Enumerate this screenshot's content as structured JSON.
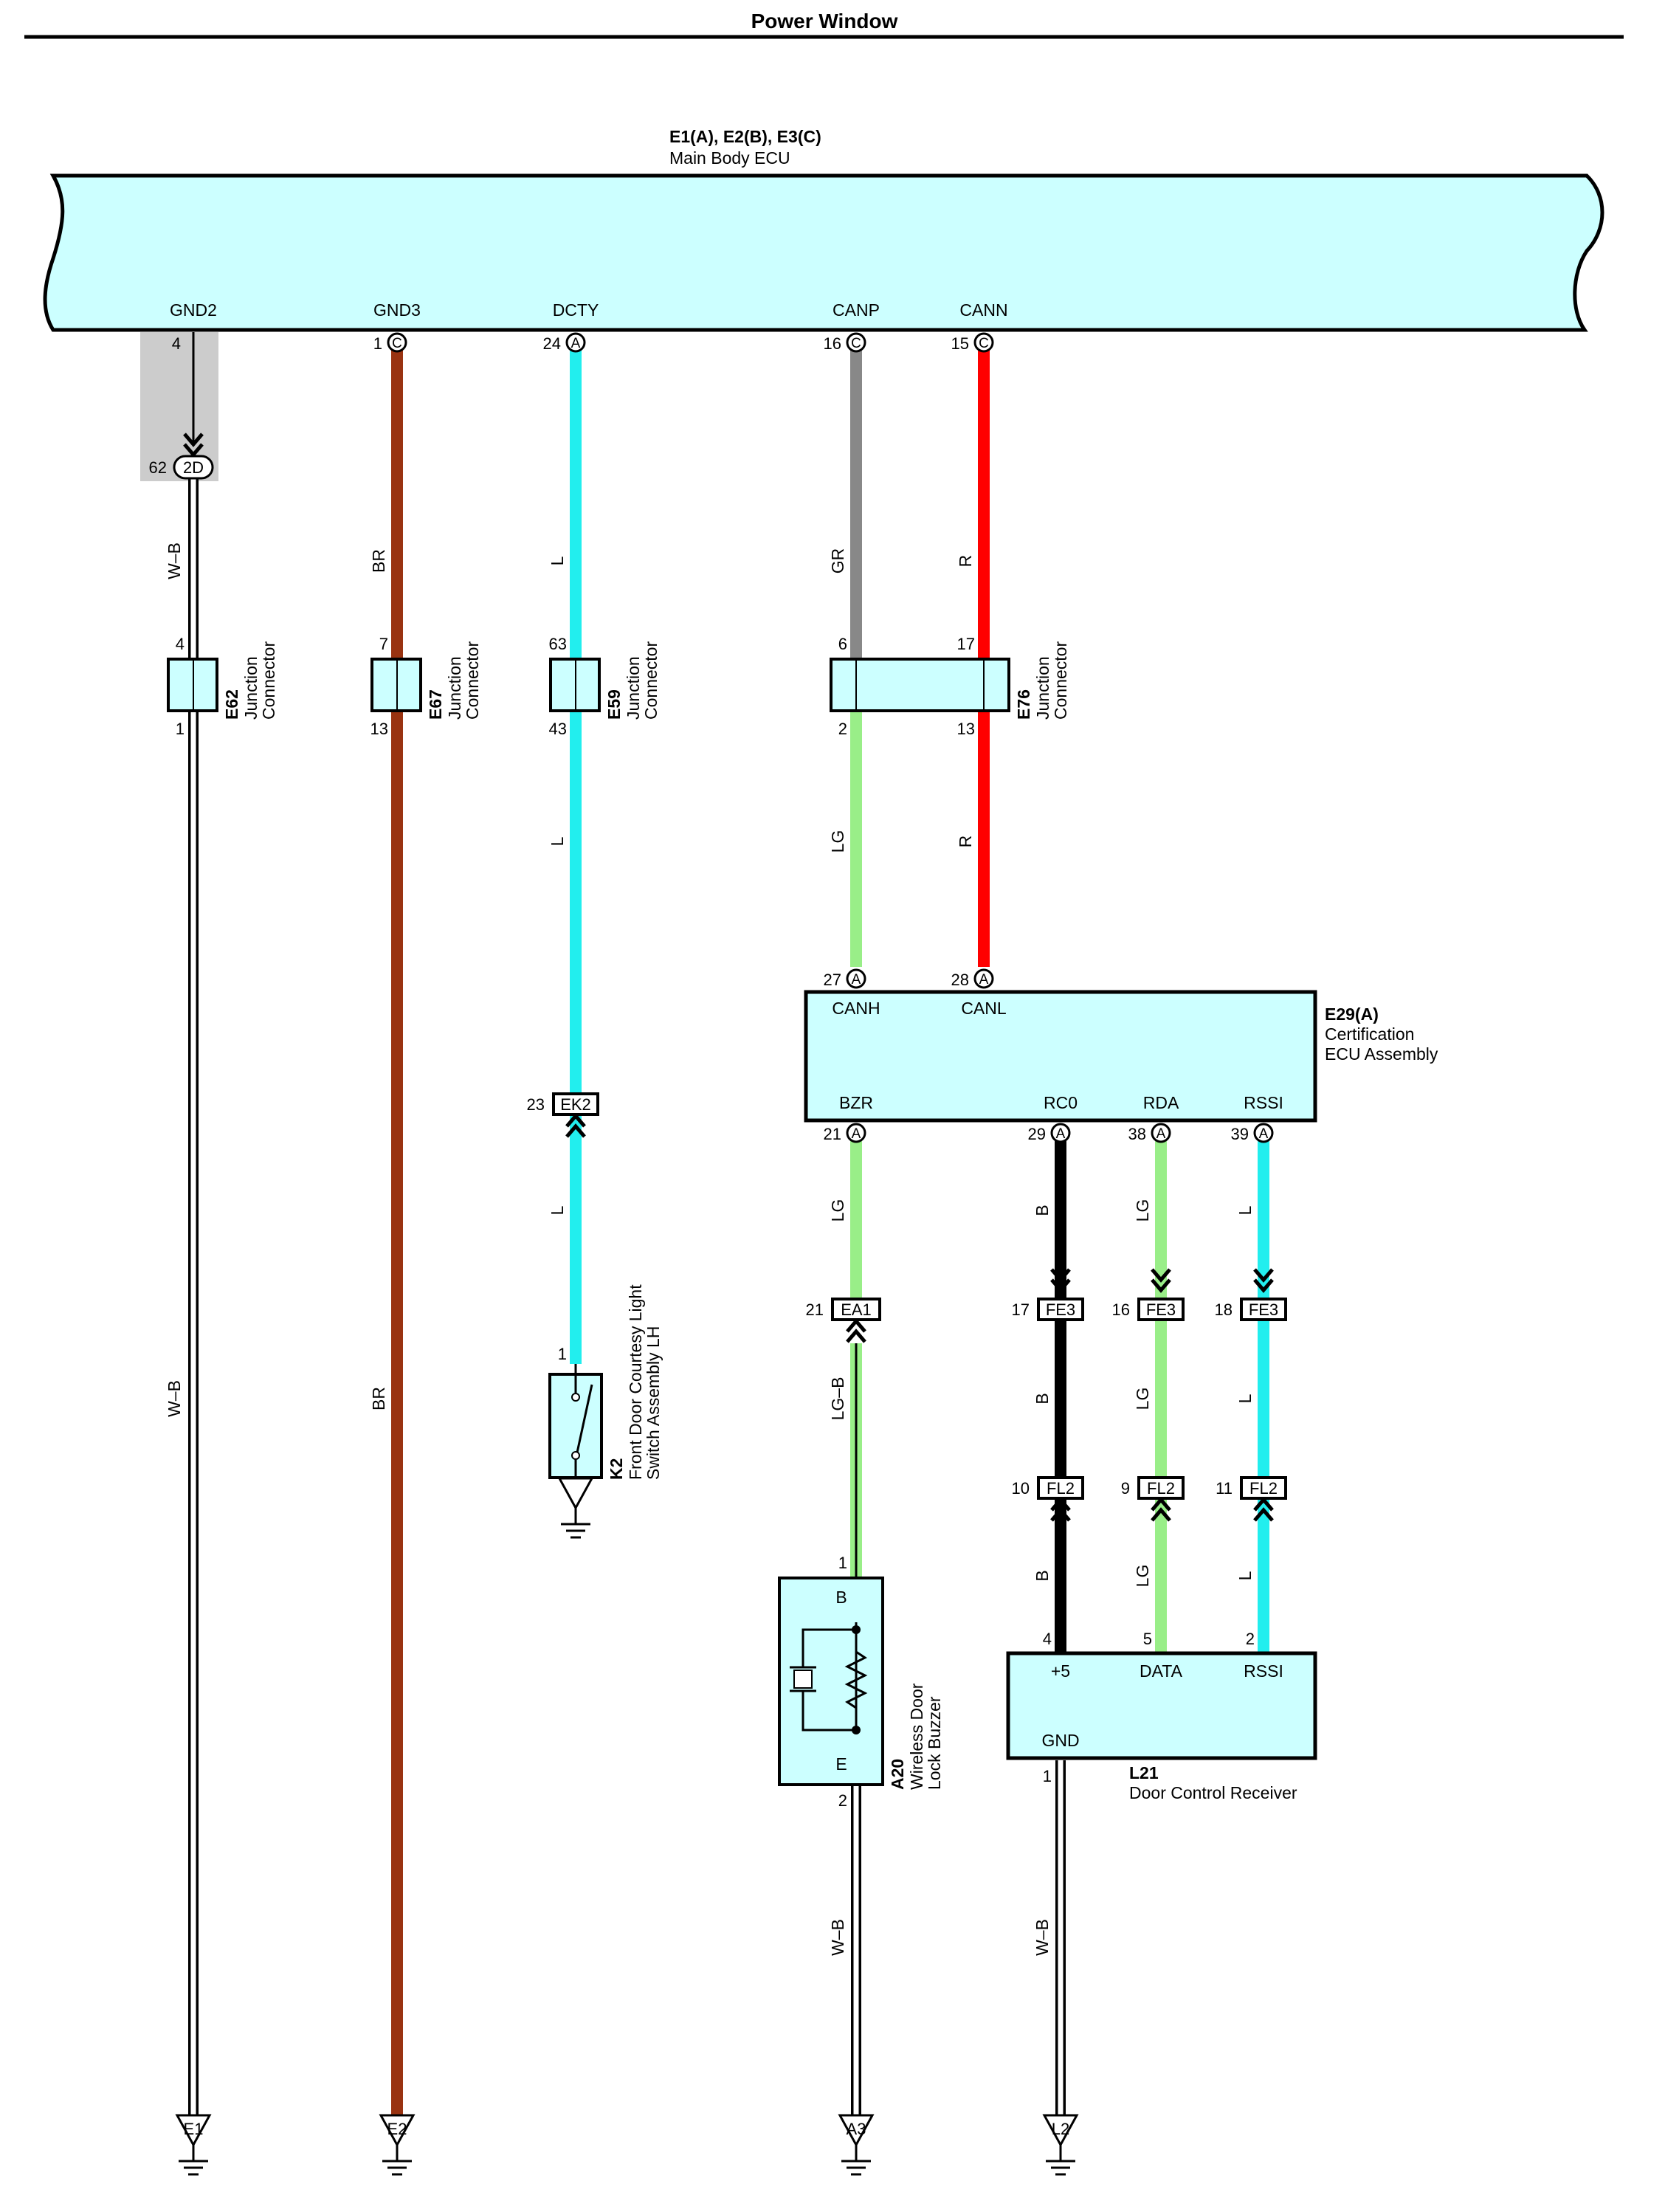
{
  "title": "Power Window",
  "colors": {
    "component_fill": "#ccffff",
    "BR": "#993311",
    "L": "#22eeee",
    "GR": "#888888",
    "R": "#ff0000",
    "LG": "#99ee88",
    "B": "#000000",
    "W-B": "#ffffff",
    "shield": "#cccccc"
  },
  "main_ecu": {
    "ref": "E1(A), E2(B), E3(C)",
    "name": "Main Body ECU",
    "terminals": [
      "GND2",
      "GND3",
      "DCTY",
      "CANP",
      "CANN"
    ],
    "pins": [
      {
        "num": "4",
        "conn": ""
      },
      {
        "num": "1",
        "conn": "C"
      },
      {
        "num": "24",
        "conn": "A"
      },
      {
        "num": "16",
        "conn": "C"
      },
      {
        "num": "15",
        "conn": "C"
      }
    ]
  },
  "junction_2d": {
    "pin": "62",
    "name": "2D"
  },
  "junction_connectors": [
    {
      "ref": "E62",
      "name": [
        "Junction",
        "Connector"
      ],
      "top_pins": [
        "4"
      ],
      "bottom_pins": [
        "1"
      ]
    },
    {
      "ref": "E67",
      "name": [
        "Junction",
        "Connector"
      ],
      "top_pins": [
        "7"
      ],
      "bottom_pins": [
        "13"
      ]
    },
    {
      "ref": "E59",
      "name": [
        "Junction",
        "Connector"
      ],
      "top_pins": [
        "63"
      ],
      "bottom_pins": [
        "43"
      ]
    },
    {
      "ref": "E76",
      "name": [
        "Junction",
        "Connector"
      ],
      "top_pins": [
        "6",
        "17"
      ],
      "bottom_pins": [
        "2",
        "13"
      ]
    }
  ],
  "wire_labels": {
    "w1": "W–B",
    "w1b": "W–B",
    "w2": "BR",
    "w2b": "BR",
    "w3": "L",
    "w3b": "L",
    "w3c": "L",
    "w4": "GR",
    "w4b": "LG",
    "w5": "R",
    "w5b": "R",
    "bzr1": "LG",
    "bzr2": "LG–B",
    "bzr3": "W–B",
    "rc1": "B",
    "rc2": "B",
    "rc3": "B",
    "rda1": "LG",
    "rda2": "LG",
    "rda3": "LG",
    "rssi1": "L",
    "rssi2": "L",
    "rssi3": "L",
    "gnd4": "W–B"
  },
  "cert_ecu": {
    "ref": "E29(A)",
    "name": [
      "Certification",
      "ECU Assembly"
    ],
    "top_terminals": [
      "CANH",
      "CANL"
    ],
    "top_pins": [
      "27",
      "28"
    ],
    "pin_conn": "A",
    "bottom_terminals": [
      "BZR",
      "RC0",
      "RDA",
      "RSSI"
    ],
    "bottom_pins": [
      "21",
      "29",
      "38",
      "39"
    ]
  },
  "inline_connectors": {
    "ek2": {
      "pin": "23",
      "name": "EK2"
    },
    "ea1": {
      "pin": "21",
      "name": "EA1"
    },
    "fe3": [
      {
        "pin": "17",
        "name": "FE3"
      },
      {
        "pin": "16",
        "name": "FE3"
      },
      {
        "pin": "18",
        "name": "FE3"
      }
    ],
    "fl2": [
      {
        "pin": "10",
        "name": "FL2"
      },
      {
        "pin": "9",
        "name": "FL2"
      },
      {
        "pin": "11",
        "name": "FL2"
      }
    ]
  },
  "courtesy_switch": {
    "ref": "K2",
    "name": [
      "Front Door Courtesy Light",
      "Switch Assembly LH"
    ],
    "pin": "1"
  },
  "buzzer": {
    "ref": "A20",
    "name": [
      "Wireless Door",
      "Lock Buzzer"
    ],
    "pin_top": "1",
    "pin_bottom": "2",
    "term_top": "B",
    "term_bottom": "E"
  },
  "receiver": {
    "ref": "L21",
    "name": "Door Control Receiver",
    "top_pins": [
      "4",
      "5",
      "2"
    ],
    "top_terminals": [
      "+5",
      "DATA",
      "RSSI"
    ],
    "bottom_terminal": "GND",
    "bottom_pin": "1"
  },
  "grounds": [
    "E1",
    "E2",
    "A3",
    "L2"
  ]
}
